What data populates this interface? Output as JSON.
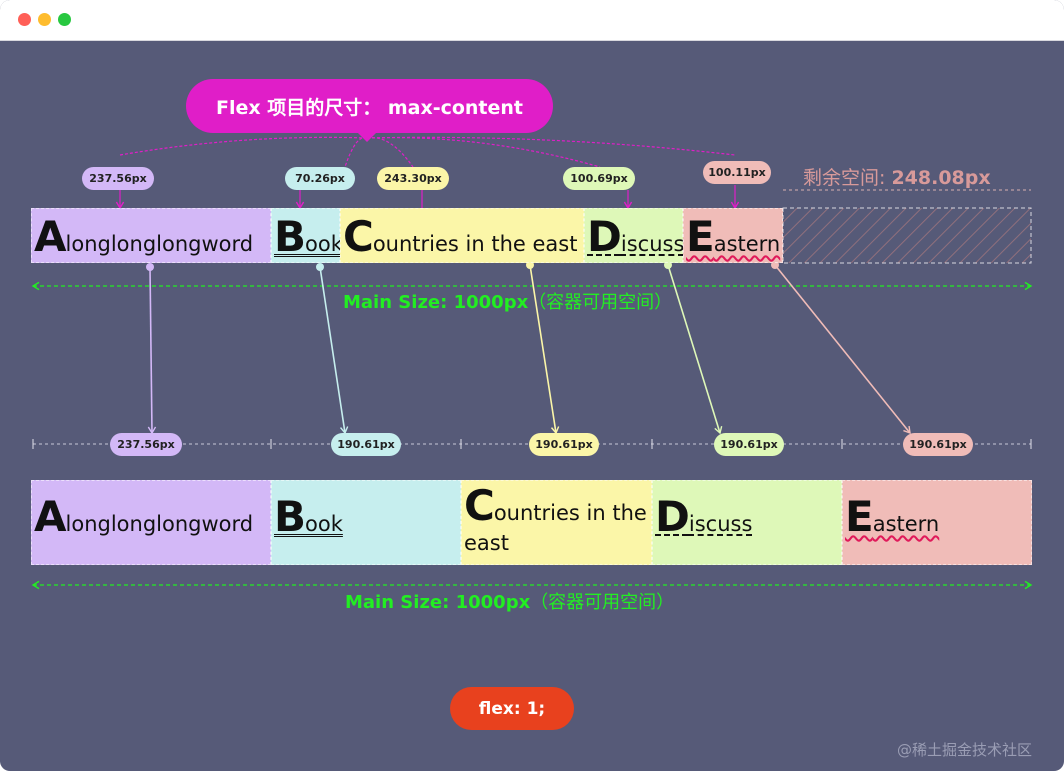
{
  "heading": {
    "title": "Flex 项目的尺寸： max-content"
  },
  "top_row": {
    "labels": [
      "237.56px",
      "70.26px",
      "243.30px",
      "100.69px",
      "100.11px"
    ],
    "remaining_label": "剩余空间:",
    "remaining_value": "248.08px"
  },
  "bottom_row": {
    "labels": [
      "237.56px",
      "190.61px",
      "190.61px",
      "190.61px",
      "190.61px"
    ]
  },
  "items": [
    {
      "initial": "A",
      "rest": "longlonglongword"
    },
    {
      "initial": "B",
      "rest": "ook"
    },
    {
      "initial": "C",
      "rest": "ountries in the east"
    },
    {
      "initial": "D",
      "rest": "iscuss"
    },
    {
      "initial": "E",
      "rest": "astern"
    }
  ],
  "main_size": {
    "label": "Main Size: 1000px",
    "note": "（容器可用空间）"
  },
  "flex_rule": "flex: 1;",
  "watermark": "@稀土掘金技术社区",
  "colors": {
    "background": "#565a78",
    "item_a": "#d3b8f7",
    "item_b": "#c6eeee",
    "item_c": "#fbf6a8",
    "item_d": "#def8b8",
    "item_e": "#f0bcb8",
    "magenta": "#e01ec8",
    "green": "#22ee22",
    "flex_button": "#e8411e",
    "remaining_text": "#d89a9a"
  }
}
